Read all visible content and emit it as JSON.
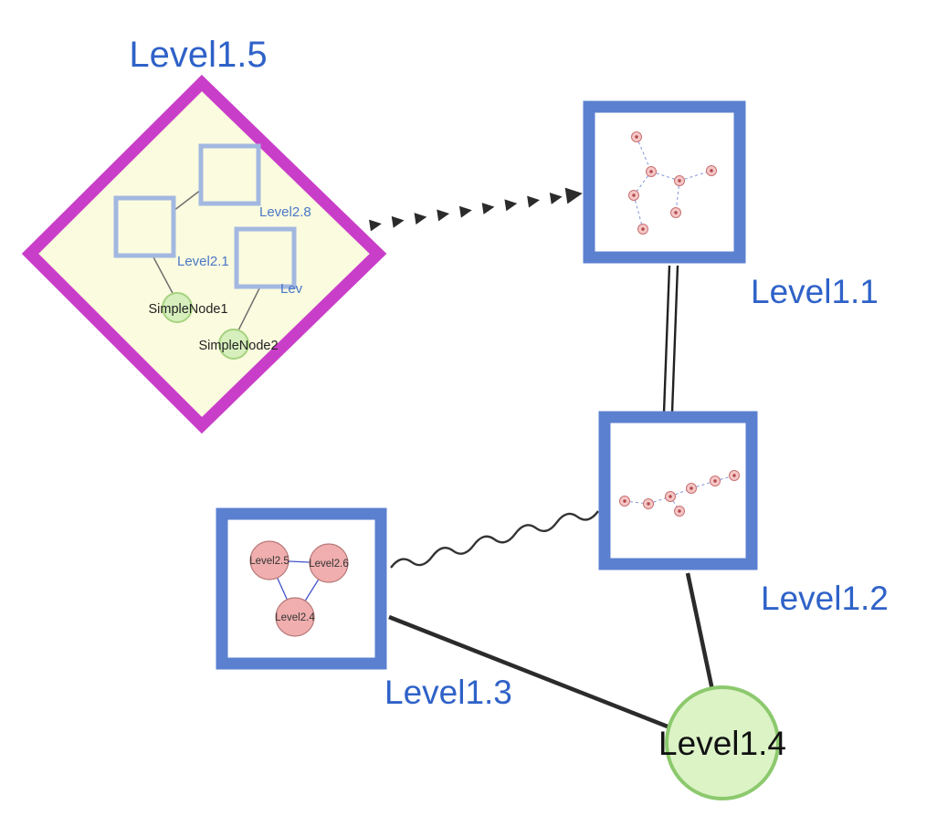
{
  "diagram": {
    "groups": {
      "level15": {
        "label": "Level1.5",
        "shape": "diamond",
        "children": {
          "level28": {
            "label": "Level2.8",
            "shape": "square"
          },
          "level21": {
            "label": "Level2.1",
            "shape": "square"
          },
          "lev": {
            "label": "Lev",
            "shape": "square"
          },
          "simplenode1": {
            "label": "SimpleNode1",
            "shape": "circle"
          },
          "simplenode2": {
            "label": "SimpleNode2",
            "shape": "circle"
          }
        }
      },
      "level11": {
        "label": "Level1.1",
        "shape": "square"
      },
      "level12": {
        "label": "Level1.2",
        "shape": "square"
      },
      "level13": {
        "label": "Level1.3",
        "shape": "square",
        "children": {
          "level25": {
            "label": "Level2.5",
            "shape": "circle"
          },
          "level26": {
            "label": "Level2.6",
            "shape": "circle"
          },
          "level24": {
            "label": "Level2.4",
            "shape": "circle"
          }
        }
      },
      "level14": {
        "label": "Level1.4",
        "shape": "circle"
      }
    },
    "edges": [
      {
        "from": "level15",
        "to": "level11",
        "style": "thick-dashed-arrow"
      },
      {
        "from": "level11",
        "to": "level12",
        "style": "double-line"
      },
      {
        "from": "level13",
        "to": "level12",
        "style": "wavy"
      },
      {
        "from": "level13",
        "to": "level14",
        "style": "solid"
      },
      {
        "from": "level12",
        "to": "level14",
        "style": "solid"
      }
    ],
    "colors": {
      "label_blue": "#2f62c8",
      "group_border_blue": "#5b80d0",
      "diamond_border_magenta": "#c93ec9",
      "diamond_fill_yellow": "#fbfbdf",
      "green_node_fill": "#d9f1c1",
      "green_node_border": "#8cc96d",
      "pink_node_fill": "#f0aeae",
      "edge_color": "#2b2b2b"
    }
  }
}
